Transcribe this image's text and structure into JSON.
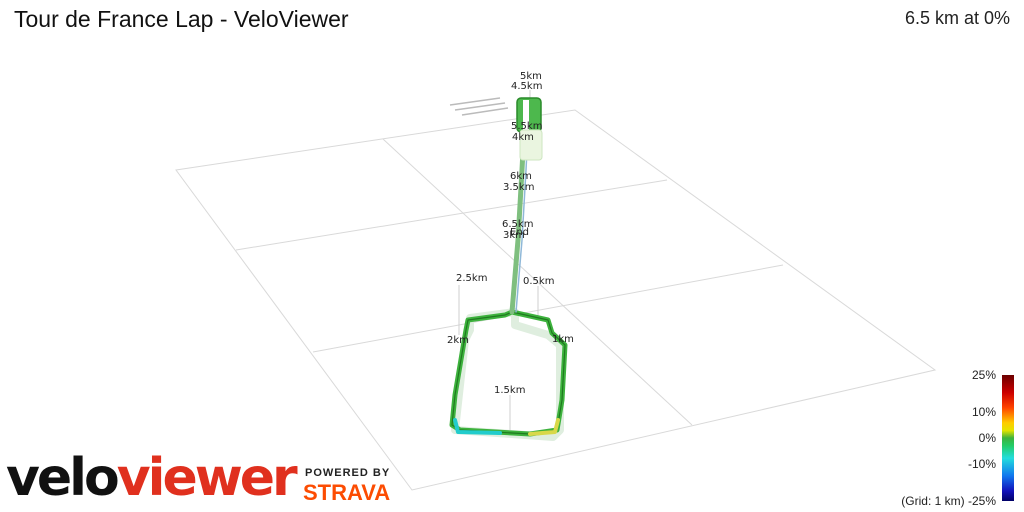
{
  "header": {
    "title": "Tour de France Lap - VeloViewer",
    "status": "6.5 km at 0%"
  },
  "route": {
    "km_markers": [
      "5km",
      "4.5km",
      "5.5km",
      "4km",
      "6km",
      "3.5km",
      "6.5km",
      "3km",
      "End",
      "2.5km",
      "0.5km",
      "2km",
      "1km",
      "1.5km"
    ]
  },
  "legend": {
    "labels": [
      "25%",
      "10%",
      "0%",
      "-10%",
      "-25%"
    ],
    "grid_note": "(Grid: 1 km)",
    "colors": {
      "max": "#6b0000",
      "high": "#cc0000",
      "mid_high": "#ffcc00",
      "flat": "#3db23d",
      "low": "#22dddd",
      "min": "#000066"
    }
  },
  "branding": {
    "logo_part1": "velo",
    "logo_part2": "viewer",
    "powered_by": "POWERED BY",
    "strava": "STRAVA",
    "colors": {
      "logo_dark": "#111111",
      "logo_red": "#e0301e",
      "strava": "#fc4c02"
    }
  }
}
